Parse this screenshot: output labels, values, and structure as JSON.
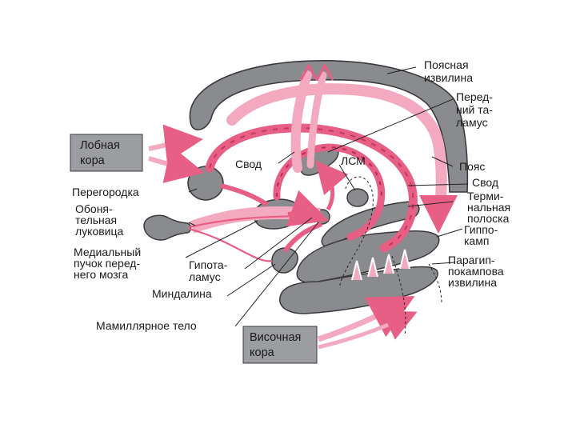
{
  "colors": {
    "structure_gray": "#8a8b8f",
    "structure_edge": "#3a3a3d",
    "pathway_pink": "#e85f86",
    "pathway_light": "#f3a9bf",
    "box_gray": "#9c9da1",
    "leader_line": "#222222"
  },
  "boxes": {
    "frontal": [
      "Лобная",
      "кора"
    ],
    "temporal": [
      "Височная",
      "кора"
    ]
  },
  "labels_left": {
    "septum": [
      "Перегородка"
    ],
    "olfactory_bulb": [
      "Обоня-",
      "тельная",
      "луковица"
    ],
    "mfb": [
      "Медиальный",
      "пучок перед-",
      "него мозга"
    ],
    "hypothalamus": [
      "Гипота-",
      "ламус"
    ],
    "amygdala": [
      "Миндалина"
    ],
    "mamillary": [
      "Мамиллярное тело"
    ]
  },
  "labels_center": {
    "fornix_top": [
      "Свод"
    ],
    "lsm": [
      "ЛСМ"
    ]
  },
  "labels_right": {
    "cingulate": [
      "Поясная",
      "извилина"
    ],
    "ant_thalamus": [
      "Перед-",
      "ний та-",
      "ламус"
    ],
    "cingulum": [
      "Пояс"
    ],
    "fornix_right": [
      "Свод"
    ],
    "stria_terminalis": [
      "Терми-",
      "нальная",
      "полоска"
    ],
    "hippocampus": [
      "Гиппо-",
      "камп"
    ],
    "parahippocampal": [
      "Парагип-",
      "покампова",
      "извилина"
    ]
  }
}
